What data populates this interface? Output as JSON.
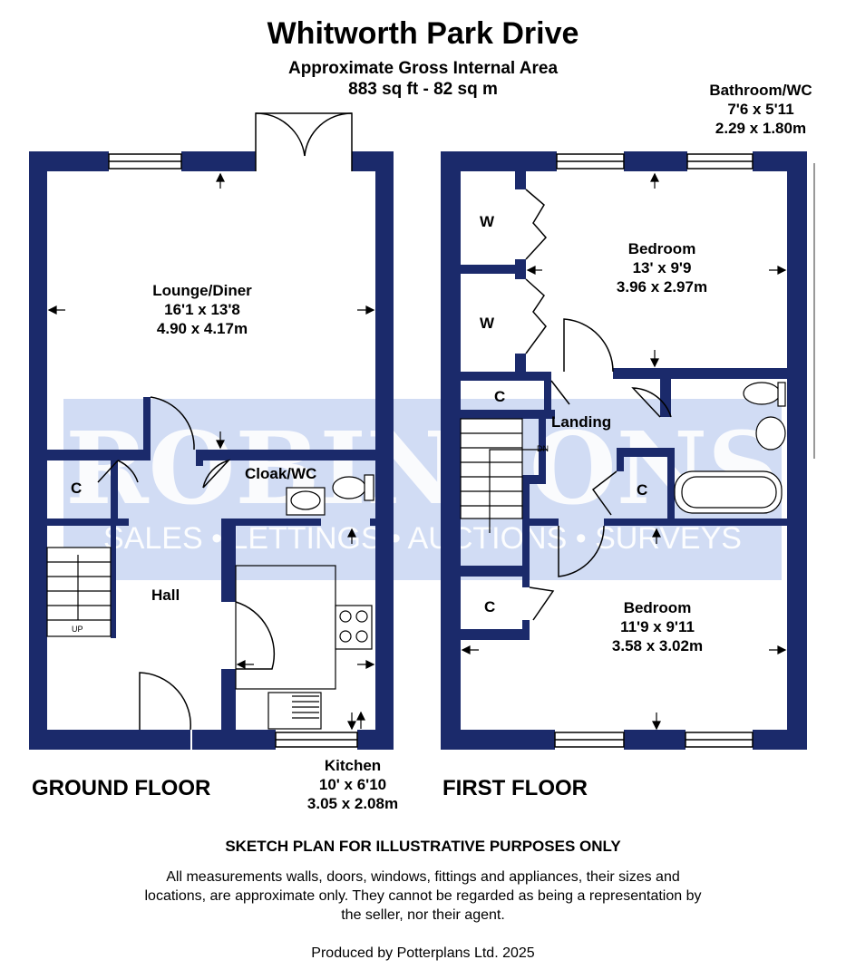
{
  "header": {
    "title": "Whitworth Park Drive",
    "subtitle": "Approximate Gross Internal Area",
    "area": "883 sq ft - 82 sq m"
  },
  "watermark": {
    "name": "ROBINSONS",
    "tagline": "SALES • LETTINGS • AUCTIONS • SURVEYS"
  },
  "ground_floor": {
    "label": "GROUND FLOOR",
    "rooms": {
      "lounge": {
        "name": "Lounge/Diner",
        "imperial": "16'1 x 13'8",
        "metric": "4.90 x 4.17m"
      },
      "cloak": {
        "name": "Cloak/WC"
      },
      "cupboard": {
        "name": "C"
      },
      "hall": {
        "name": "Hall"
      },
      "stairs": {
        "name": "UP"
      },
      "kitchen": {
        "name": "Kitchen",
        "imperial": "10' x 6'10",
        "metric": "3.05 x 2.08m"
      }
    }
  },
  "first_floor": {
    "label": "FIRST FLOOR",
    "rooms": {
      "bedroom1": {
        "name": "Bedroom",
        "imperial": "13' x 9'9",
        "metric": "3.96 x 2.97m"
      },
      "wardrobe1": {
        "name": "W"
      },
      "wardrobe2": {
        "name": "W"
      },
      "cupboard1": {
        "name": "C"
      },
      "landing": {
        "name": "Landing"
      },
      "stairs": {
        "name": "DN"
      },
      "cupboard2": {
        "name": "C"
      },
      "cupboard3": {
        "name": "C"
      },
      "bathroom": {
        "name": "Bathroom/WC",
        "imperial": "7'6 x 5'11",
        "metric": "2.29 x 1.80m"
      },
      "bedroom2": {
        "name": "Bedroom",
        "imperial": "11'9 x 9'11",
        "metric": "3.58 x 3.02m"
      }
    }
  },
  "footer": {
    "notice": "SKETCH PLAN FOR ILLUSTRATIVE PURPOSES ONLY",
    "disclaimer": "All measurements walls, doors, windows, fittings and appliances, their sizes and locations, are approximate only. They cannot be regarded as being a representation by the seller, nor their agent.",
    "producer": "Produced by Potterplans Ltd. 2025"
  },
  "colors": {
    "wall": "#1b2a6b",
    "watermark_band": "#c9d6f2",
    "watermark_text": "#ffffff"
  }
}
